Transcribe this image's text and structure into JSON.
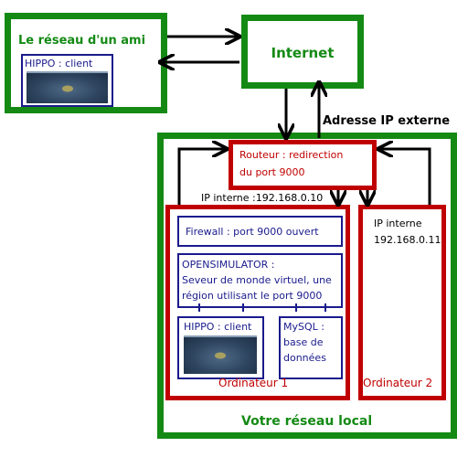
{
  "friend_network": {
    "title": "Le réseau d'un ami",
    "client_label": "HIPPO : client"
  },
  "internet": {
    "label": "Internet"
  },
  "external_ip_label": "Adresse IP externe",
  "router": {
    "line1": "Routeur : redirection",
    "line2": "du port 9000"
  },
  "internal_ip_1": "IP interne :192.168.0.10",
  "computer1": {
    "label": "Ordinateur 1",
    "firewall": "Firewall : port 9000 ouvert",
    "opensim": {
      "line1": "OPENSIMULATOR :",
      "line2": "Seveur de monde virtuel, une",
      "line3": "région utilisant le port 9000"
    },
    "hippo_client": "HIPPO : client",
    "mysql": {
      "line1": "MySQL :",
      "line2": "base de",
      "line3": "données"
    }
  },
  "computer2": {
    "label": "Ordinateur 2",
    "ip_line1": "IP interne",
    "ip_line2": "192.168.0.11"
  },
  "local_network": {
    "title": "Votre réseau local"
  },
  "colors": {
    "green": "#148a14",
    "red": "#c00000",
    "blue": "#1a1a8c",
    "arrow": "#000000"
  }
}
